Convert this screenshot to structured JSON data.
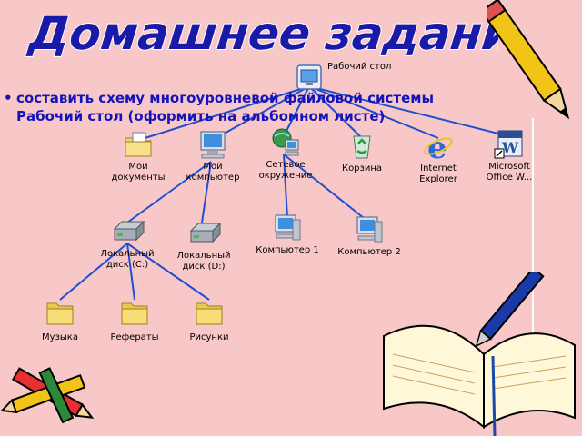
{
  "title": "Домашнее задание",
  "task": {
    "line1": "составить схему многоуровневой файловой системы",
    "line2": "Рабочий стол (оформить на альбомном листе)"
  },
  "root": {
    "label": "Рабочий стол",
    "icon": "desktop-icon"
  },
  "level1": [
    {
      "id": "my-documents",
      "label1": "Мои",
      "label2": "документы",
      "icon": "my-documents-icon"
    },
    {
      "id": "my-computer",
      "label1": "Мой",
      "label2": "компьютер",
      "icon": "my-computer-icon"
    },
    {
      "id": "network",
      "label1": "Сетевое",
      "label2": "окружение",
      "icon": "network-icon"
    },
    {
      "id": "recycle-bin",
      "label1": "Корзина",
      "label2": "",
      "icon": "recycle-bin-icon"
    },
    {
      "id": "internet-explorer",
      "label1": "Internet",
      "label2": "Explorer",
      "icon": "internet-explorer-icon"
    },
    {
      "id": "ms-office",
      "label1": "Microsoft",
      "label2": "Office W...",
      "icon": "ms-word-icon"
    }
  ],
  "disks": [
    {
      "label1": "Локальный",
      "label2": "диск (C:)"
    },
    {
      "label1": "Локальный",
      "label2": "диск (D:)"
    }
  ],
  "computers": [
    {
      "label": "Компьютер 1"
    },
    {
      "label": "Компьютер 2"
    }
  ],
  "folders": [
    {
      "label": "Музыка"
    },
    {
      "label": "Рефераты"
    },
    {
      "label": "Рисунки"
    }
  ],
  "colors": {
    "background": "#f8c7c7",
    "title_fill": "#1a1aa8",
    "title_outline": "#ffffff",
    "bullet_text": "#1414b8",
    "tree_lines": "#1f4fd0"
  }
}
